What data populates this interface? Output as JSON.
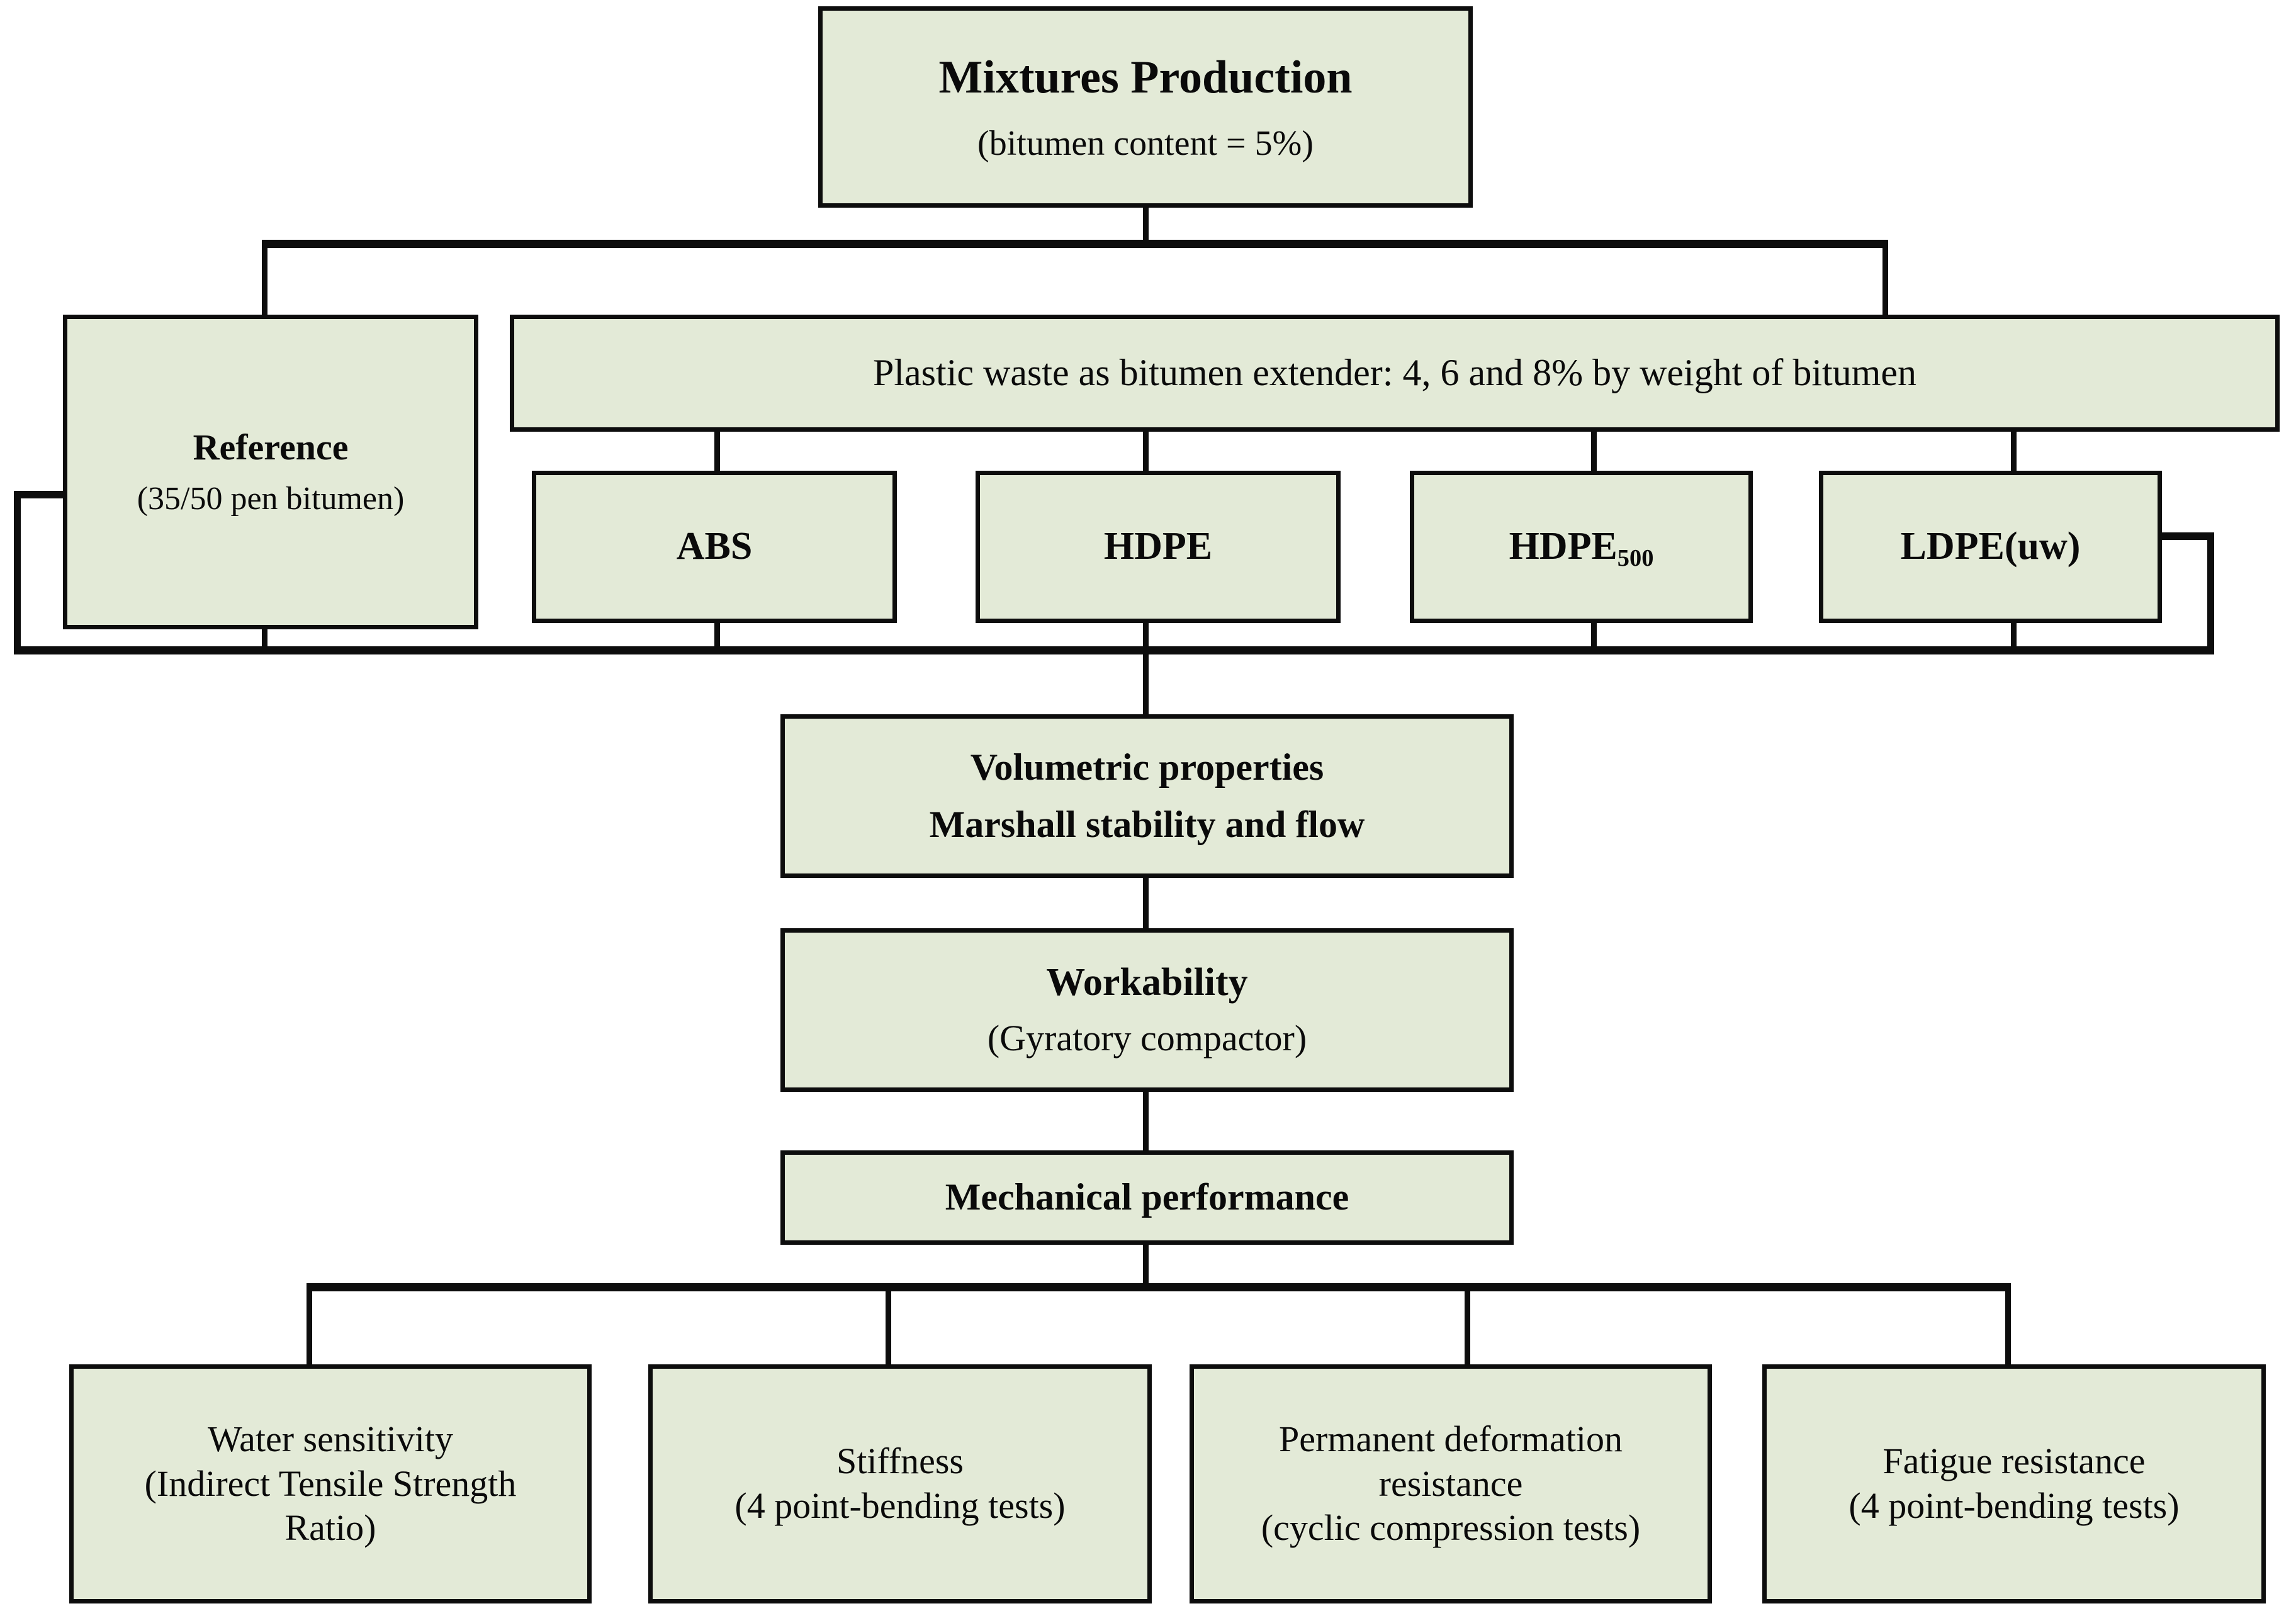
{
  "diagram": {
    "title": "Mixtures Production experimental programme flowchart",
    "fill_color": "#e3ead7",
    "line_color": "#0d0d0d",
    "background_color": "#ffffff"
  },
  "nodes": {
    "mixtures_production": {
      "title": "Mixtures Production",
      "subtitle": "(bitumen content = 5%)"
    },
    "reference": {
      "title": "Reference",
      "subtitle": "(35/50 pen bitumen)"
    },
    "plastic_banner": {
      "title": "Plastic waste as bitumen extender: 4, 6 and 8% by weight of bitumen"
    },
    "polymers": [
      {
        "label": "ABS",
        "subscript": ""
      },
      {
        "label": "HDPE",
        "subscript": ""
      },
      {
        "label": "HDPE",
        "subscript": "500"
      },
      {
        "label": "LDPE(uw)",
        "subscript": ""
      }
    ],
    "volumetric": {
      "line1": "Volumetric properties",
      "line2": "Marshall stability and flow"
    },
    "workability": {
      "title": "Workability",
      "subtitle": "(Gyratory compactor)"
    },
    "mechanical": {
      "title": "Mechanical performance"
    },
    "tests": [
      {
        "line1": "Water sensitivity",
        "line2": "(Indirect Tensile Strength",
        "line3": "Ratio)"
      },
      {
        "line1": "Stiffness",
        "line2": "(4 point-bending tests)",
        "line3": ""
      },
      {
        "line1": "Permanent deformation",
        "line2": "resistance",
        "line3": "(cyclic compression tests)"
      },
      {
        "line1": "Fatigue resistance",
        "line2": "(4 point-bending tests)",
        "line3": ""
      }
    ]
  }
}
